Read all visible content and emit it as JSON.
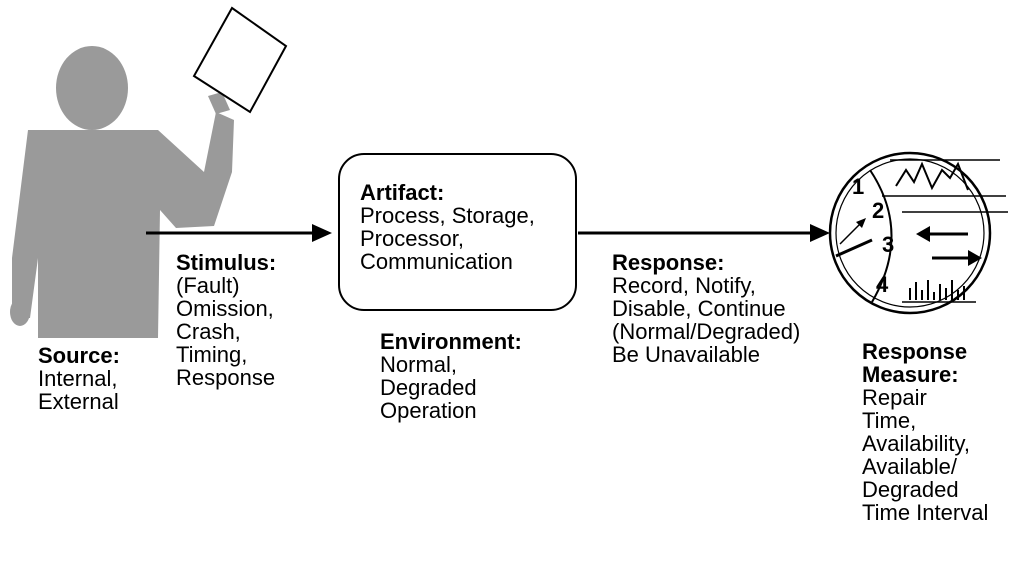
{
  "source": {
    "heading": "Source:",
    "lines": [
      "Internal,",
      "External"
    ]
  },
  "stimulus": {
    "heading": "Stimulus:",
    "lines": [
      "(Fault)",
      "Omission,",
      "Crash,",
      "Timing,",
      "Response"
    ]
  },
  "artifact": {
    "heading": "Artifact:",
    "lines": [
      "Process, Storage,",
      "Processor,",
      "Communication"
    ]
  },
  "environment": {
    "heading": "Environment:",
    "lines": [
      "Normal,",
      "Degraded",
      "Operation"
    ]
  },
  "response": {
    "heading": "Response:",
    "lines": [
      "Record, Notify,",
      "Disable, Continue",
      "(Normal/Degraded)",
      "Be Unavailable"
    ]
  },
  "response_measure": {
    "heading_lines": [
      "Response",
      "Measure:"
    ],
    "lines": [
      "Repair",
      "Time,",
      "Availability,",
      "Available/",
      "Degraded",
      "Time Interval"
    ]
  },
  "clock_numbers": [
    "1",
    "2",
    "3",
    "4"
  ],
  "colors": {
    "figure": "#9a9a9a",
    "line": "#000000",
    "background": "#ffffff"
  }
}
